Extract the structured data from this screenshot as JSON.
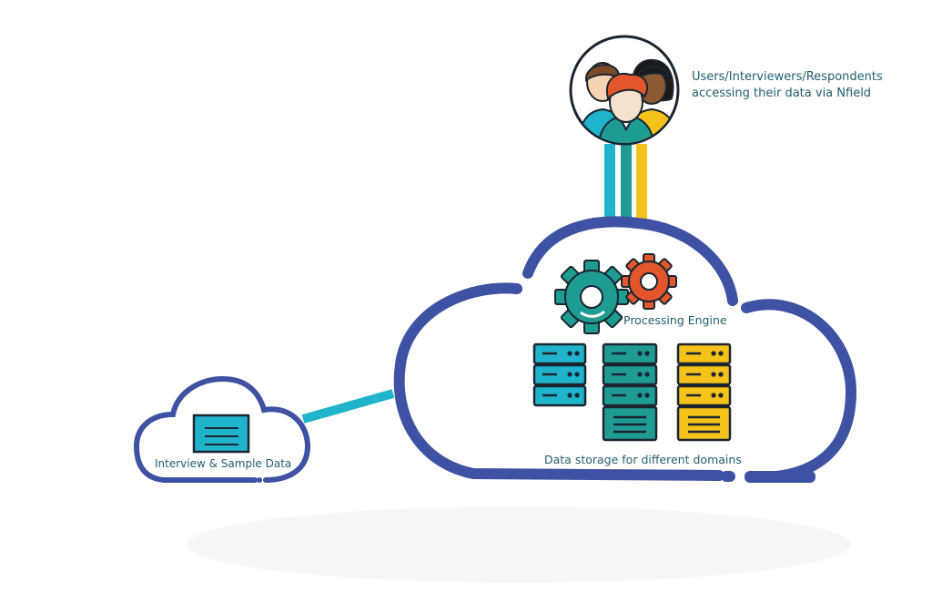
{
  "users": {
    "label_line1": "Users/Interviewers/Respondents",
    "label_line2": "accessing their data via Nfield"
  },
  "main_cloud": {
    "engine_label": "Processing Engine",
    "storage_label": "Data storage for different domains"
  },
  "sample_cloud": {
    "label": "Interview & Sample Data"
  },
  "colors": {
    "cloud_outline": "#3f51a3",
    "cyan": "#1fb4cc",
    "teal": "#1f9c92",
    "yellow": "#f4c21a",
    "orange": "#e1562d",
    "text": "#1f5f6e"
  }
}
